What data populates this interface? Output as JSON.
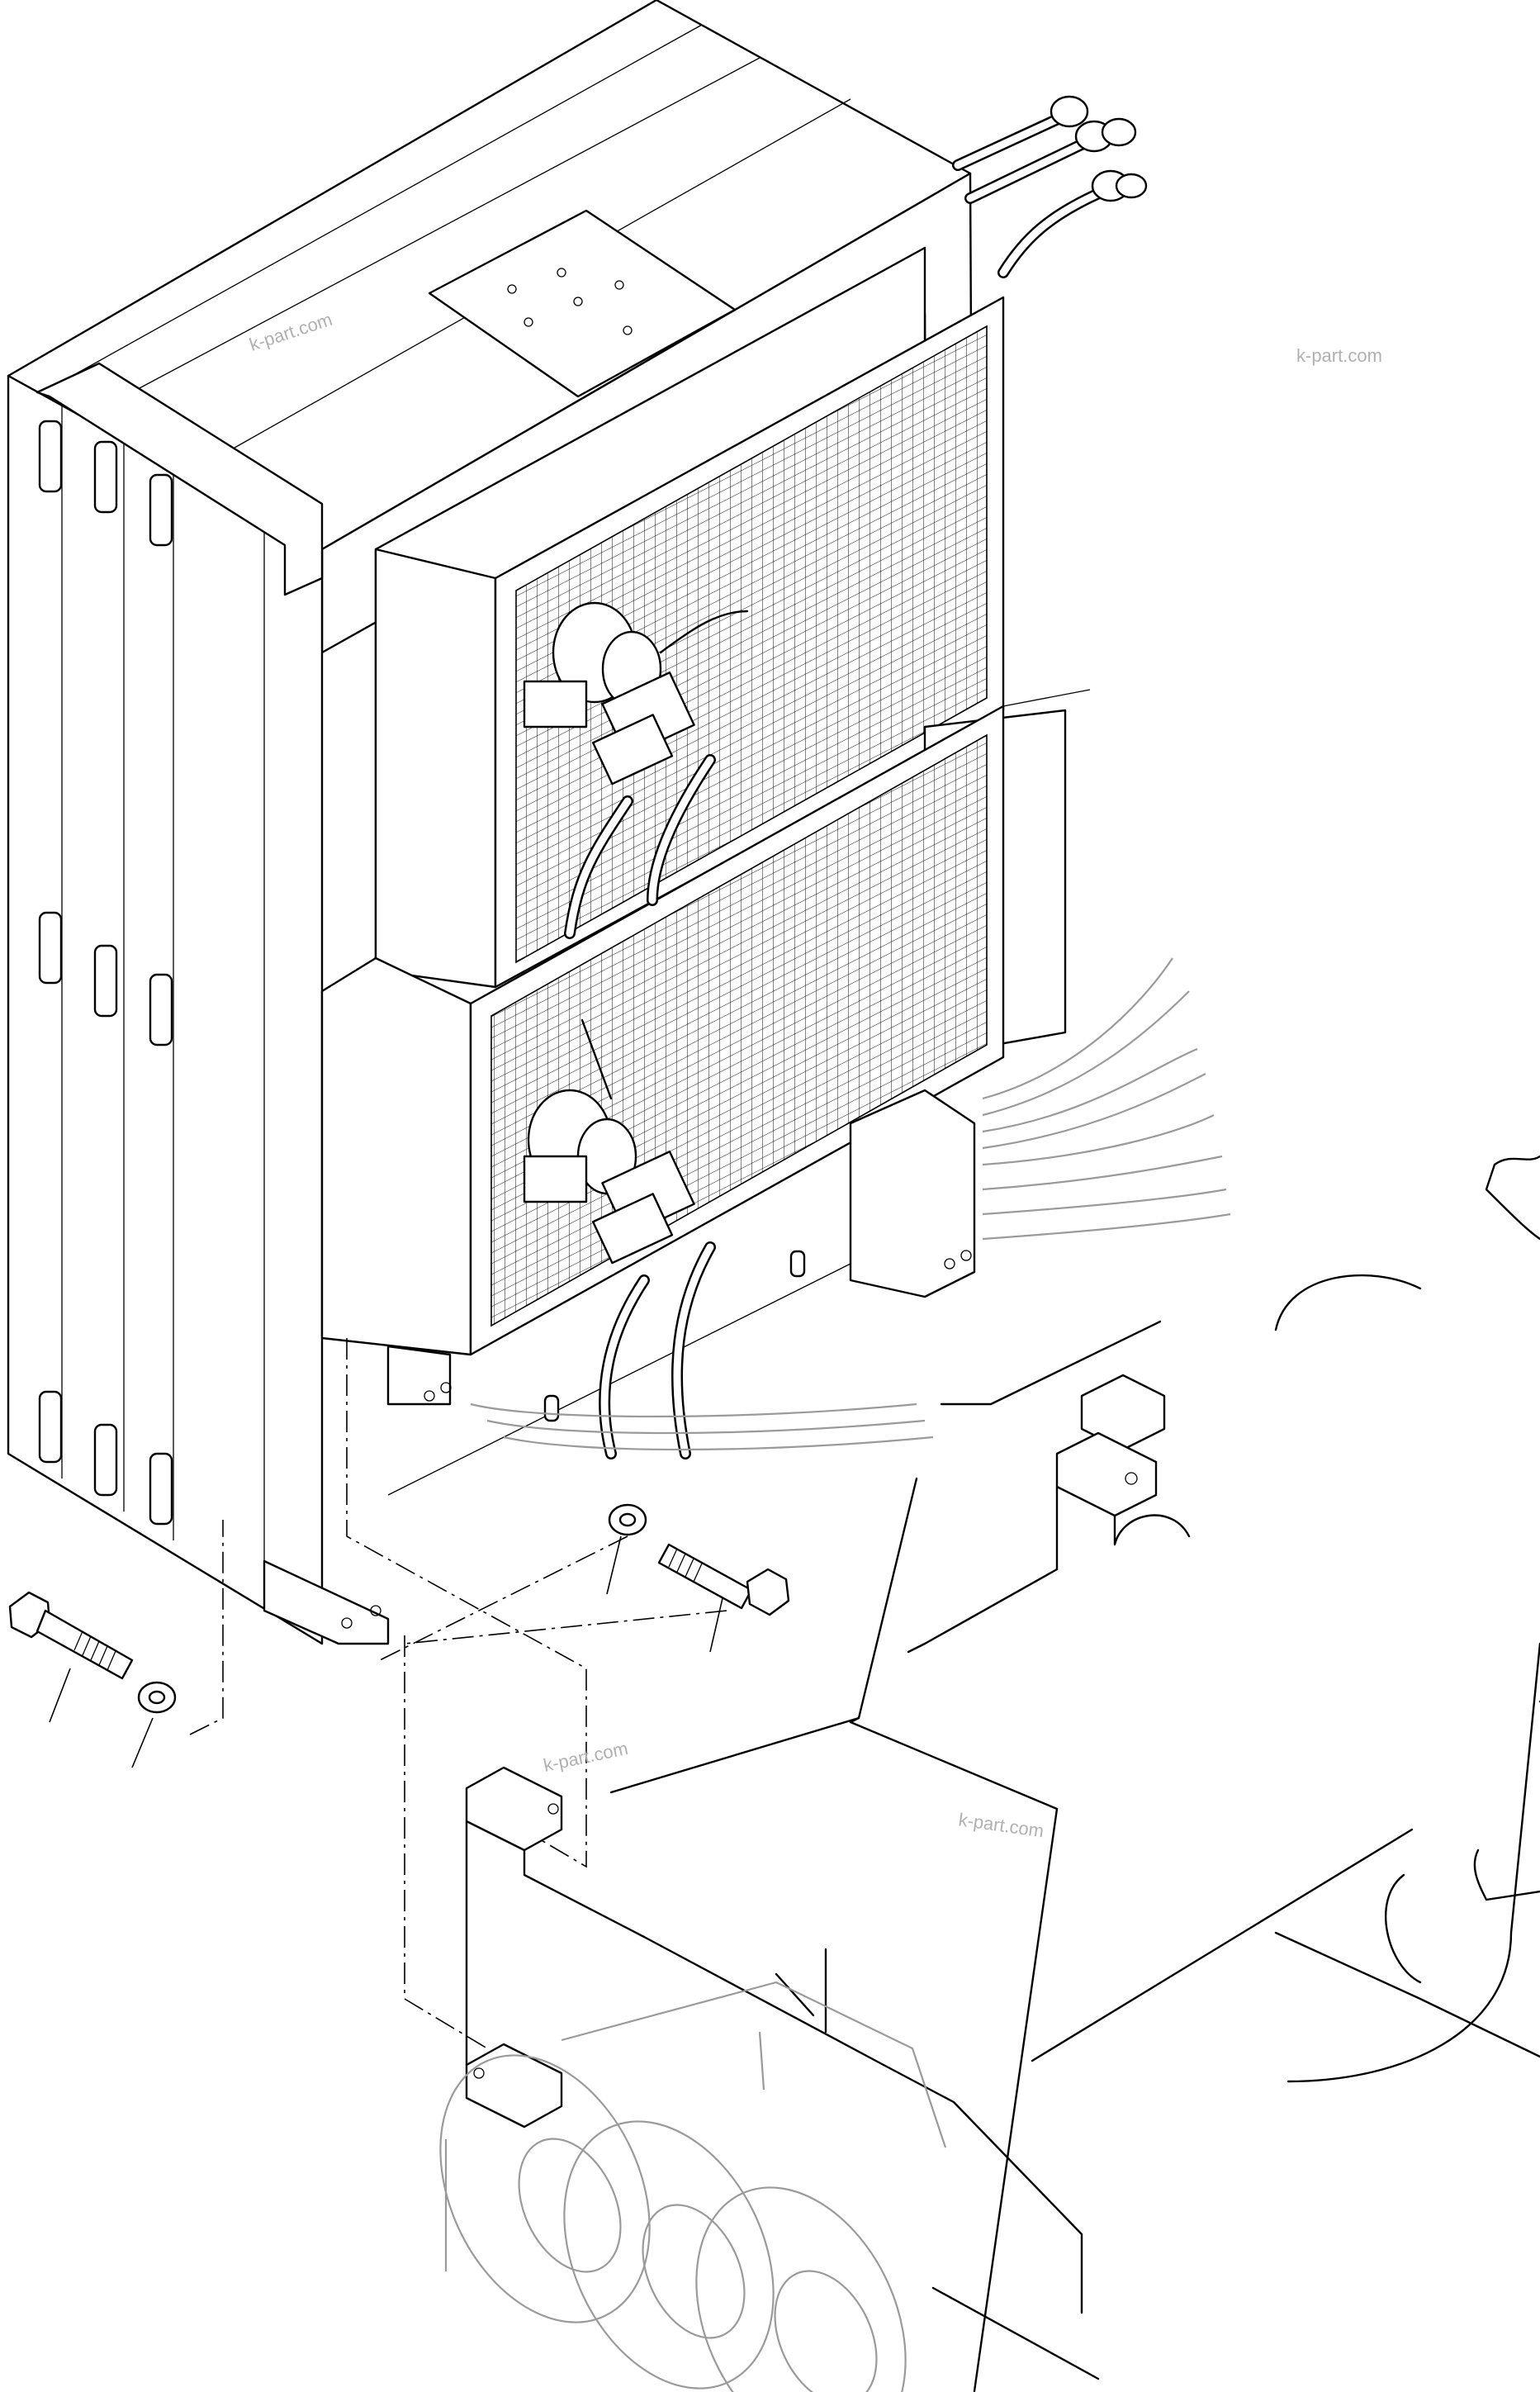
{
  "figure": {
    "kind": "exploded parts illustration",
    "watermarks": [
      "k-part.com",
      "k-part.com",
      "k-part.com",
      "k-part.com"
    ]
  }
}
